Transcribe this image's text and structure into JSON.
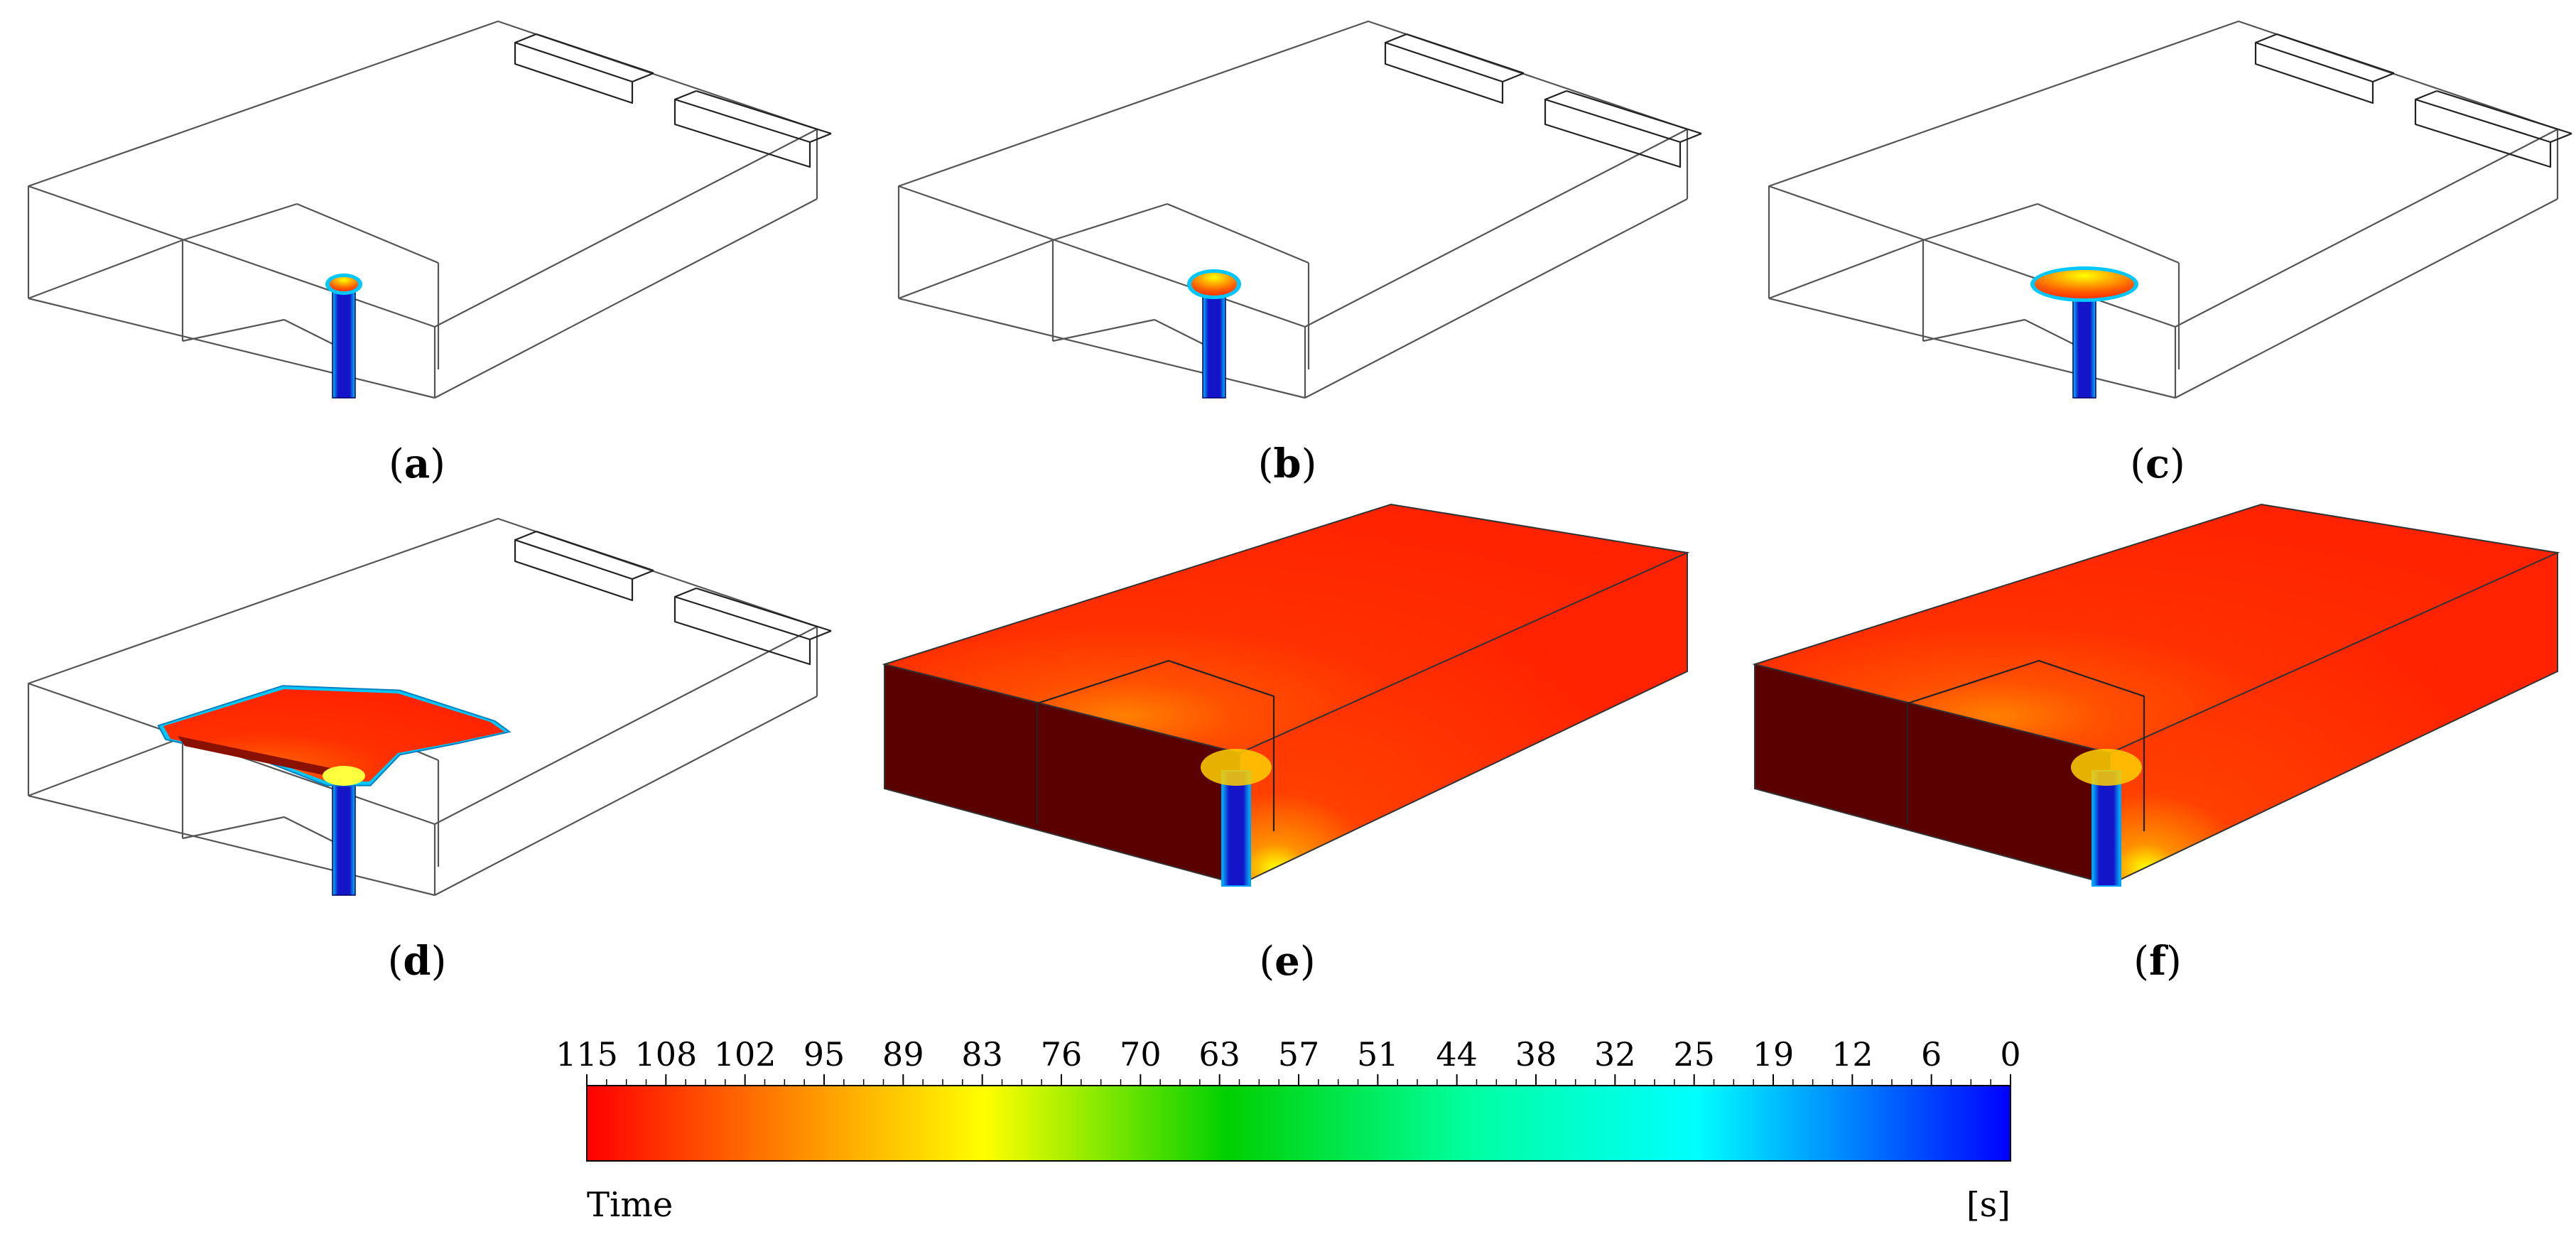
{
  "panels": [
    {
      "id": "a",
      "label_prefix": "(",
      "label_letter": "a",
      "label_suffix": ")",
      "state": "small-bulb"
    },
    {
      "id": "b",
      "label_prefix": "(",
      "label_letter": "b",
      "label_suffix": ")",
      "state": "small-cap"
    },
    {
      "id": "c",
      "label_prefix": "(",
      "label_letter": "c",
      "label_suffix": ")",
      "state": "mid-cap"
    },
    {
      "id": "d",
      "label_prefix": "(",
      "label_letter": "d",
      "label_suffix": ")",
      "state": "spreading-layer"
    },
    {
      "id": "e",
      "label_prefix": "(",
      "label_letter": "e",
      "label_suffix": ")",
      "state": "filled"
    },
    {
      "id": "f",
      "label_prefix": "(",
      "label_letter": "f",
      "label_suffix": ")",
      "state": "filled"
    }
  ],
  "colorbar": {
    "variable_label": "Time",
    "unit_label": "[s]",
    "min": 0,
    "max": 115,
    "direction": "descending-left-to-right",
    "tick_labels": [
      "115",
      "108",
      "102",
      "95",
      "89",
      "83",
      "76",
      "70",
      "63",
      "57",
      "51",
      "44",
      "38",
      "32",
      "25",
      "19",
      "12",
      "6",
      "0"
    ],
    "colors": {
      "at_115": "#ff0000",
      "at_95": "#ffa000",
      "at_83": "#ffff00",
      "at_63": "#00d000",
      "at_44": "#00ffa0",
      "at_25": "#00ffff",
      "at_12": "#0080ff",
      "at_0": "#0000ff"
    }
  },
  "colors": {
    "jet_blue": "#1414c8",
    "filled_red": "#ff2200",
    "dark_wall": "#5a0000",
    "wire": "#555555"
  }
}
